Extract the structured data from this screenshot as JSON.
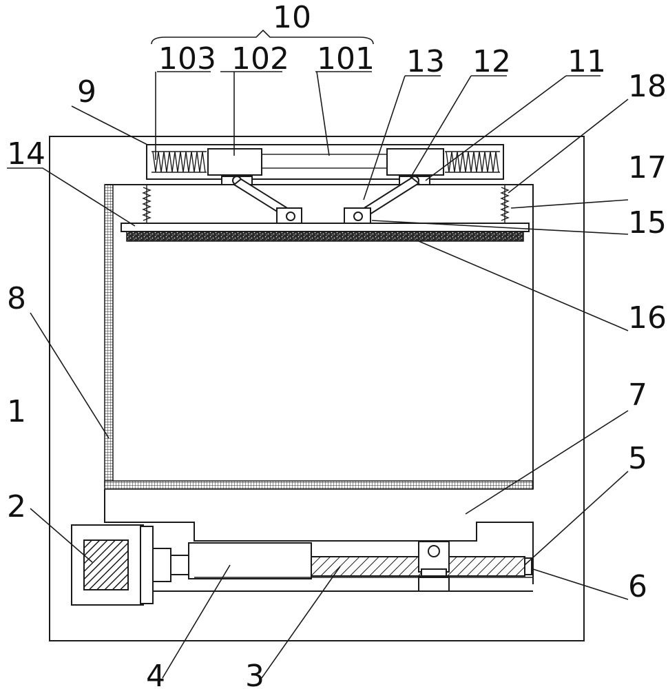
{
  "labels": {
    "l10": "10",
    "l103": "103",
    "l102": "102",
    "l101": "101",
    "l13": "13",
    "l12": "12",
    "l11": "11",
    "l18": "18",
    "l9": "9",
    "l14": "14",
    "l17": "17",
    "l15": "15",
    "l16": "16",
    "l8": "8",
    "l7": "7",
    "l1": "1",
    "l5": "5",
    "l2": "2",
    "l6": "6",
    "l4": "4",
    "l3": "3"
  }
}
